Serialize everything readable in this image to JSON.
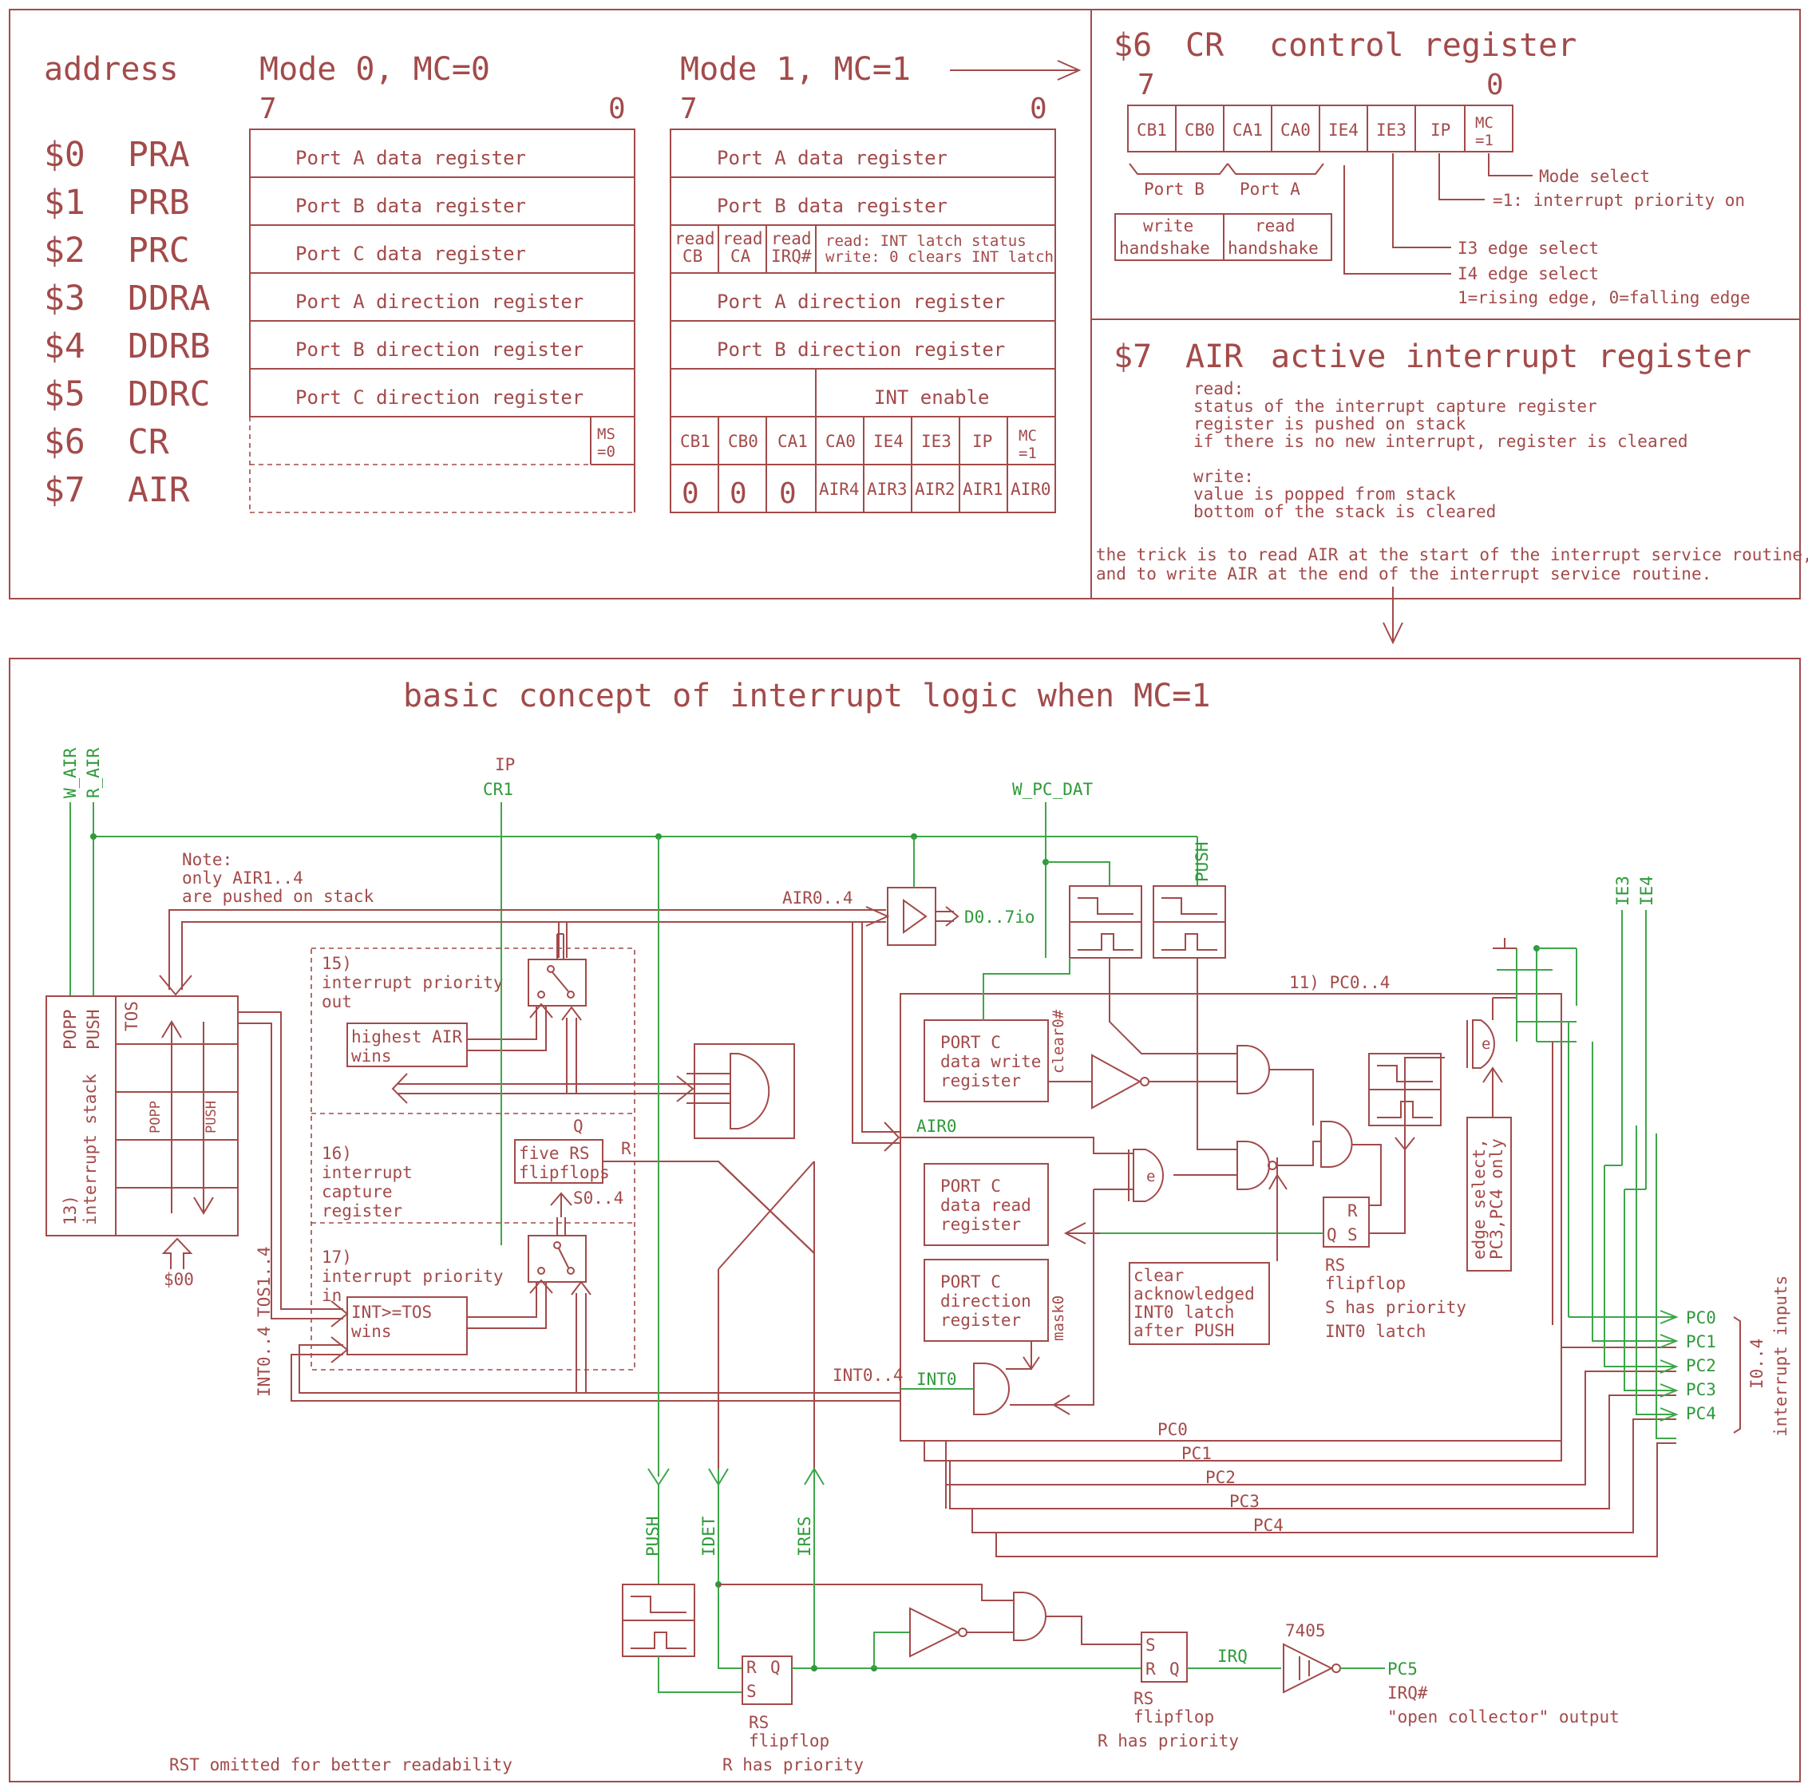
{
  "registers": {
    "header_address": "address",
    "header_mode0": "Mode 0, MC=0",
    "header_mode1": "Mode 1, MC=1",
    "bit7": "7",
    "bit0": "0",
    "list": [
      {
        "addr": "$0",
        "name": "PRA"
      },
      {
        "addr": "$1",
        "name": "PRB"
      },
      {
        "addr": "$2",
        "name": "PRC"
      },
      {
        "addr": "$3",
        "name": "DDRA"
      },
      {
        "addr": "$4",
        "name": "DDRB"
      },
      {
        "addr": "$5",
        "name": "DDRC"
      },
      {
        "addr": "$6",
        "name": "CR"
      },
      {
        "addr": "$7",
        "name": "AIR"
      }
    ],
    "mode0_rows": [
      "Port A data register",
      "Port B data register",
      "Port C data register",
      "Port A direction register",
      "Port B direction register",
      "Port C direction register"
    ],
    "ms_bit": "MS",
    "ms_val": "=0",
    "mode1_rows": {
      "pa_data": "Port A data register",
      "pb_data": "Port B data register",
      "read_cb_1": "read",
      "read_cb_2": "CB",
      "read_ca_1": "read",
      "read_ca_2": "CA",
      "read_irq_1": "read",
      "read_irq_2": "IRQ#",
      "int_status_1": "read: INT latch status",
      "int_status_2": "write: 0 clears INT latch",
      "pa_dir": "Port A direction register",
      "pb_dir": "Port B direction register",
      "int_enable": "INT enable",
      "cr_bits": [
        "CB1",
        "CB0",
        "CA1",
        "CA0",
        "IE4",
        "IE3",
        "IP"
      ],
      "mc_bit": "MC",
      "mc_val": "=1",
      "air_zeros": [
        "0",
        "0",
        "0"
      ],
      "air_bits": [
        "AIR4",
        "AIR3",
        "AIR2",
        "AIR1",
        "AIR0"
      ]
    }
  },
  "cr_panel": {
    "title_addr": "$6",
    "title_name": "CR",
    "title_desc": "control register",
    "bit7": "7",
    "bit0": "0",
    "bits": [
      "CB1",
      "CB0",
      "CA1",
      "CA0",
      "IE4",
      "IE3",
      "IP"
    ],
    "mc_bit": "MC",
    "mc_val": "=1",
    "port_b": "Port B",
    "port_a": "Port A",
    "write_1": "write",
    "write_2": "handshake",
    "read_1": "read",
    "read_2": "handshake",
    "mode_select": "Mode select",
    "ip_desc": "=1: interrupt priority on",
    "i3_desc": "I3 edge select",
    "i4_desc": "I4 edge select",
    "edge_desc": "1=rising edge, 0=falling edge"
  },
  "air_panel": {
    "title_addr": "$7",
    "title_name": "AIR",
    "title_desc": "active interrupt register",
    "lines": [
      "read:",
      "status of the interrupt capture register",
      "register is pushed on stack",
      "if there is no new interrupt, register is cleared",
      "",
      "write:",
      "value is popped from stack",
      "bottom of the stack is cleared"
    ],
    "trick_1": "the trick is to read AIR at the start of the interrupt service routine,",
    "trick_2": "and to write AIR at the end of the interrupt service routine."
  },
  "diagram": {
    "title": "basic concept of interrupt logic when MC=1",
    "w_air": "W_AIR",
    "r_air": "R_AIR",
    "ip": "IP",
    "cr1": "CR1",
    "w_pc_dat": "W_PC_DAT",
    "push_top": "PUSH",
    "note_1": "Note:",
    "note_2": "only AIR1..4",
    "note_3": "are pushed on stack",
    "air04": "AIR0..4",
    "d07io": "D0..7io",
    "ie3": "IE3",
    "ie4": "IE4",
    "pc04_label": "11) PC0..4",
    "stack_popp": "POPP",
    "stack_push": "PUSH",
    "stack_tos": "TOS",
    "stack_name_1": "13)",
    "stack_name_2": "interrupt stack",
    "stack_popp_inner": "POPP",
    "stack_push_inner": "PUSH",
    "stack_init": "$00",
    "tos14": "TOS1..4",
    "int04_left": "INT0..4",
    "blk15_1": "15)",
    "blk15_2": "interrupt priority",
    "blk15_3": "out",
    "highest_1": "highest AIR",
    "highest_2": "wins",
    "blk16_1": "16)",
    "blk16_2": "interrupt",
    "blk16_3": "capture",
    "blk16_4": "register",
    "q": "Q",
    "r": "R",
    "five_1": "five RS",
    "five_2": "flipflops",
    "s04": "S0..4",
    "blk17_1": "17)",
    "blk17_2": "interrupt priority",
    "blk17_3": "in",
    "cmp_1": "INT>=TOS",
    "cmp_2": "wins",
    "int04_mid": "INT0..4",
    "int0": "INT0",
    "air0": "AIR0",
    "pcw_1": "PORT C",
    "pcw_2": "data write",
    "pcw_3": "register",
    "clear0": "clear0#",
    "pcr_1": "PORT C",
    "pcr_2": "data read",
    "pcr_3": "register",
    "pcd_1": "PORT C",
    "pcd_2": "direction",
    "pcd_3": "register",
    "mask0": "mask0",
    "xor_e": "e",
    "clr_1": "clear",
    "clr_2": "acknowledged",
    "clr_3": "INT0 latch",
    "clr_4": "after PUSH",
    "rs_r": "R",
    "rs_q": "Q",
    "rs_s": "S",
    "rs_title": "RS",
    "rs_ff": "flipflop",
    "rs_pri": "S has priority",
    "rs_latch": "INT0 latch",
    "edge_sel_1": "edge select,",
    "edge_sel_2": "PC3,PC4 only",
    "pc_bus": [
      "PC0",
      "PC1",
      "PC2",
      "PC3",
      "PC4"
    ],
    "pc_inputs": [
      "PC0",
      "PC1",
      "PC2",
      "PC3",
      "PC4"
    ],
    "i04_1": "I0..4",
    "i04_2": "interrupt inputs",
    "push_bot": "PUSH",
    "idet": "IDET",
    "ires": "IRES",
    "ff1_r": "R",
    "ff1_q": "Q",
    "ff1_s": "S",
    "ff1_title": "RS",
    "ff1_ff": "flipflop",
    "ff1_pri": "R has priority",
    "ff2_s": "S",
    "ff2_r": "R",
    "ff2_q": "Q",
    "ff2_title": "RS",
    "ff2_ff": "flipflop",
    "ff2_pri": "R has priority",
    "irq": "IRQ",
    "chip_7405": "7405",
    "pc5": "PC5",
    "irq_n": "IRQ#",
    "oc_output": "\"open collector\" output",
    "rst_note": "RST omitted for better readability"
  }
}
